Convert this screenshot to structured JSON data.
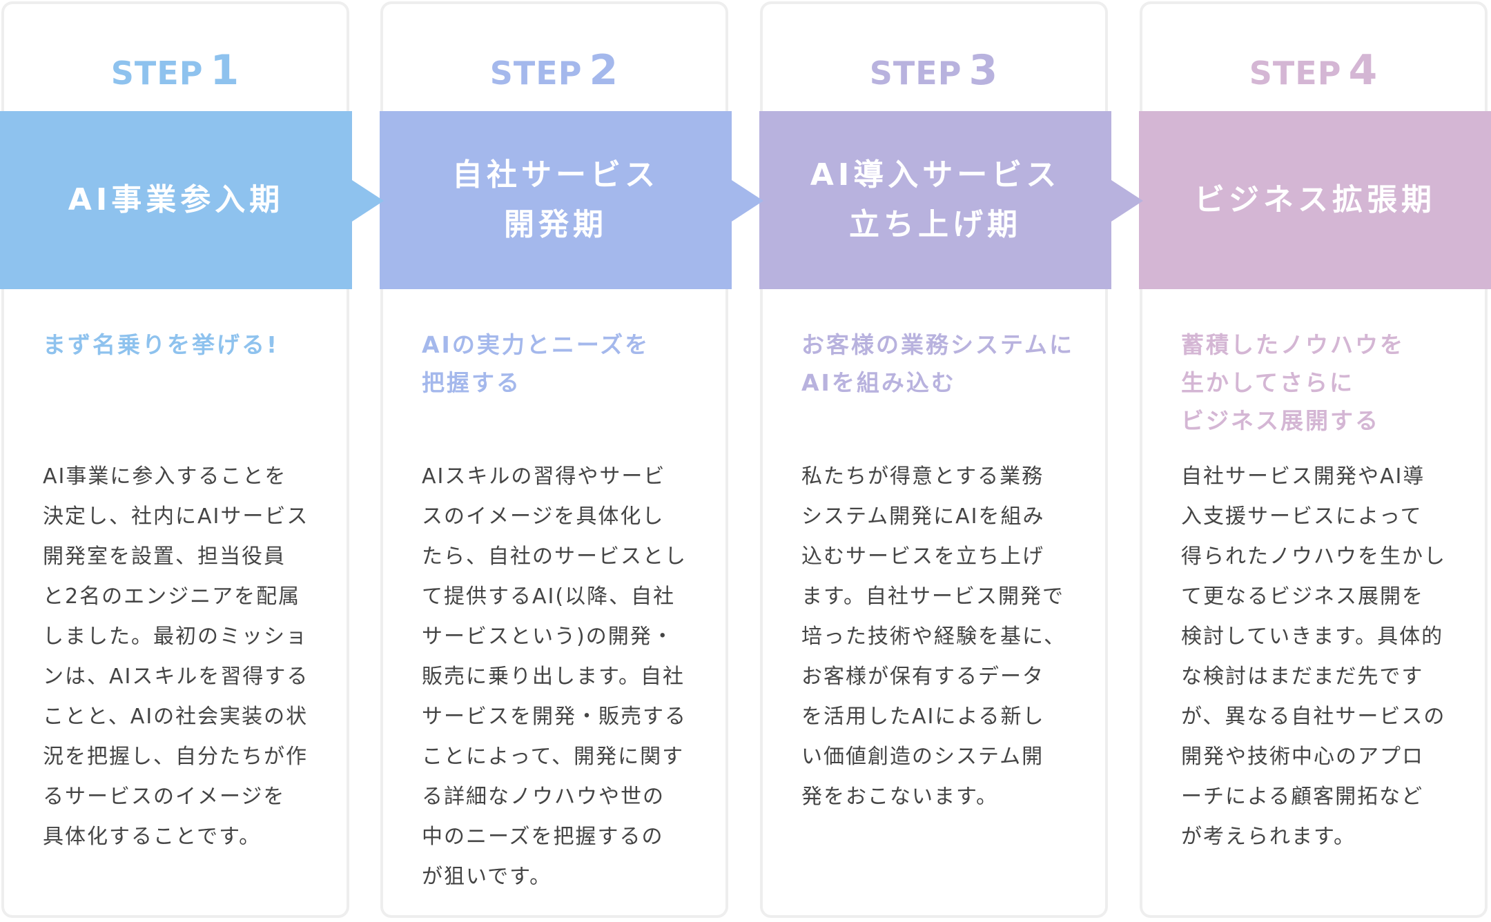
{
  "steps": [
    {
      "step_word": "STEP",
      "step_number": "1",
      "title": "AI事業参入期",
      "tagline": "まず名乗りを挙げる!",
      "description": "AI事業に参入することを\n決定し、社内にAIサービス\n開発室を設置、担当役員\nと2名のエンジニアを配属\nしました。最初のミッショ\nンは、AIスキルを習得する\nことと、AIの社会実装の状\n況を把握し、自分たちが作\nるサービスのイメージを\n具体化することです。",
      "color": "#8ec2ee"
    },
    {
      "step_word": "STEP",
      "step_number": "2",
      "title": "自社サービス\n開発期",
      "tagline": "AIの実力とニーズを\n把握する",
      "description": "AIスキルの習得やサービ\nスのイメージを具体化し\nたら、自社のサービスとし\nて提供するAI(以降、自社\nサービスという)の開発・\n販売に乗り出します。自社\nサービスを開発・販売する\nことによって、開発に関す\nる詳細なノウハウや世の\n中のニーズを把握するの\nが狙いです。",
      "color": "#a4b8ec"
    },
    {
      "step_word": "STEP",
      "step_number": "3",
      "title": "AI導入サービス\n立ち上げ期",
      "tagline": "お客様の業務システムに\nAIを組み込む",
      "description": "私たちが得意とする業務\nシステム開発にAIを組み\n込むサービスを立ち上げ\nます。自社サービス開発で\n培った技術や経験を基に、\nお客様が保有するデータ\nを活用したAIによる新し\nい価値創造のシステム開\n発をおこないます。",
      "color": "#b8b2de"
    },
    {
      "step_word": "STEP",
      "step_number": "4",
      "title": "ビジネス拡張期",
      "tagline": "蓄積したノウハウを\n生かしてさらに\nビジネス展開する",
      "description": "自社サービス開発やAI導\n入支援サービスによって\n得られたノウハウを生かし\nて更なるビジネス展開を\n検討していきます。具体的\nな検討はまだまだ先です\nが、異なる自社サービスの\n開発や技術中心のアプロ\nーチによる顧客開拓など\nが考えられます。",
      "color": "#d4b6d4"
    }
  ]
}
